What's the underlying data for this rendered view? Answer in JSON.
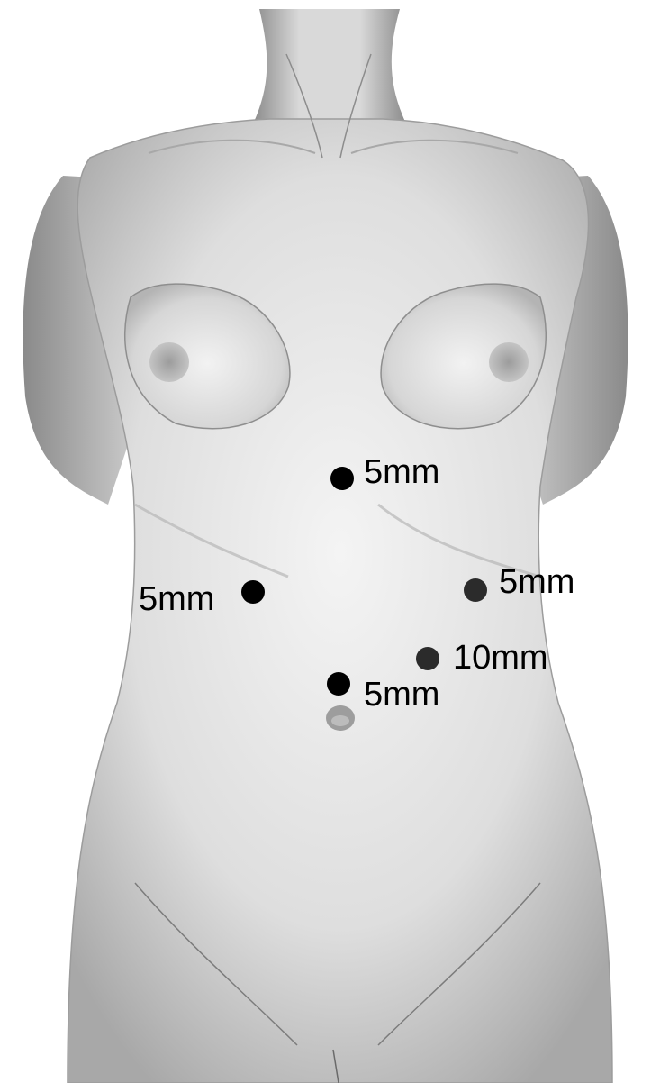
{
  "figure": {
    "colors": {
      "background": "#ffffff",
      "skin_light": "#ececec",
      "skin_mid": "#cfcfcf",
      "skin_shadow": "#9a9a9a",
      "outline": "#6e6e6e",
      "port_primary": "#000000",
      "port_secondary": "#2b2b2b"
    },
    "ports": [
      {
        "id": "epigastric",
        "label": "5mm"
      },
      {
        "id": "right-flank",
        "label": "5mm"
      },
      {
        "id": "left-flank",
        "label": "5mm"
      },
      {
        "id": "left-paraumbilical",
        "label": "10mm"
      },
      {
        "id": "umbilical",
        "label": "5mm"
      }
    ]
  }
}
